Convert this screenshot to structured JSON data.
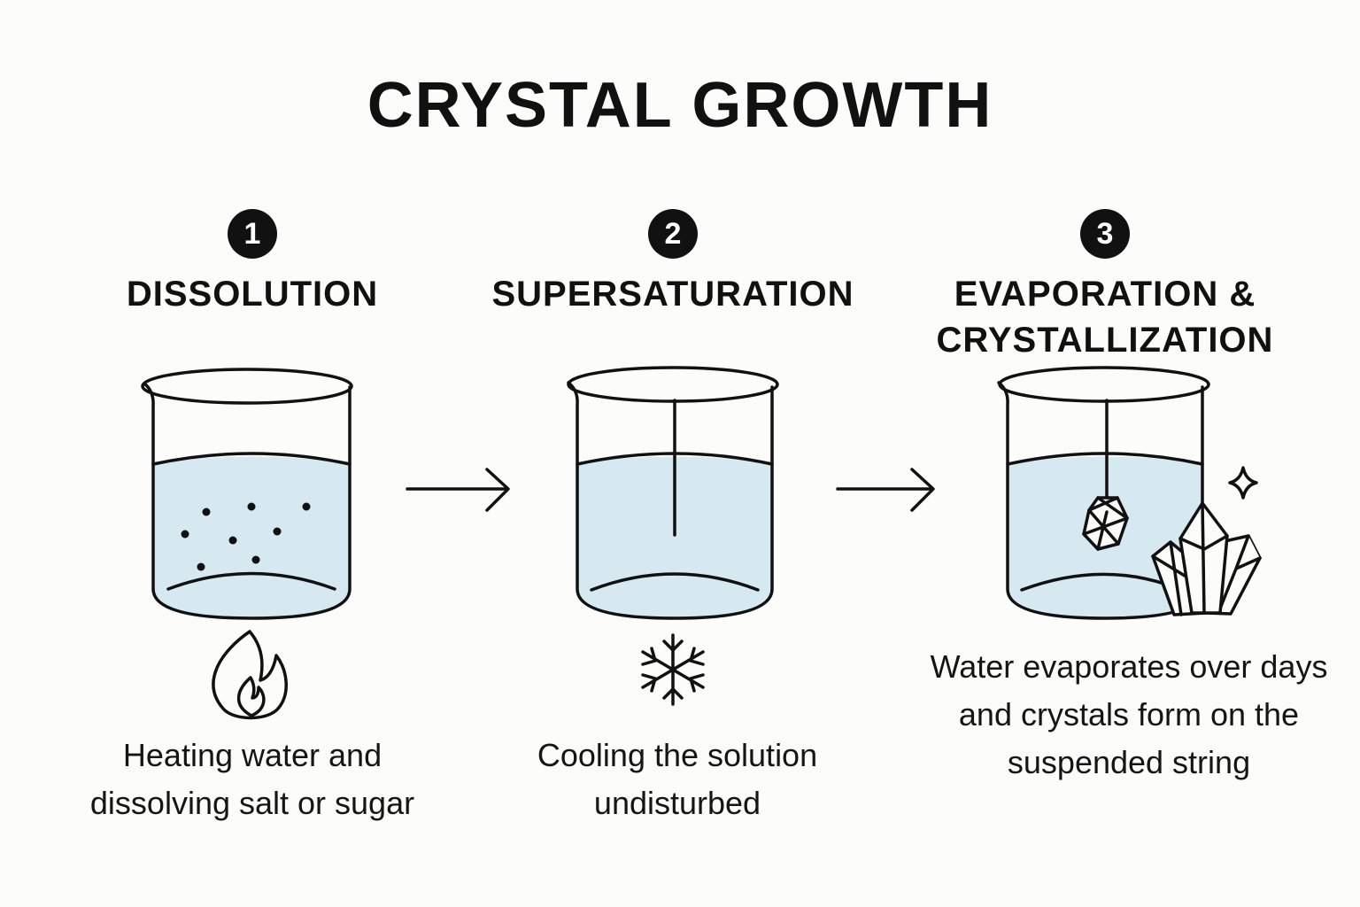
{
  "title": "CRYSTAL GROWTH",
  "colors": {
    "liquid": "#d6e9f0",
    "ink": "#111111",
    "background": "#fcfcfb"
  },
  "steps": [
    {
      "number": "1",
      "heading": "DISSOLUTION",
      "caption": "Heating water and dissolving salt or sugar",
      "icon": "flame-icon"
    },
    {
      "number": "2",
      "heading": "SUPERSATURATION",
      "caption": "Cooling the solution undisturbed",
      "icon": "snowflake-icon"
    },
    {
      "number": "3",
      "heading": "EVAPORATION & CRYSTALLIZATION",
      "caption": "Water evaporates over days and crystals form on the suspended string",
      "icon": "crystal-cluster-icon"
    }
  ]
}
